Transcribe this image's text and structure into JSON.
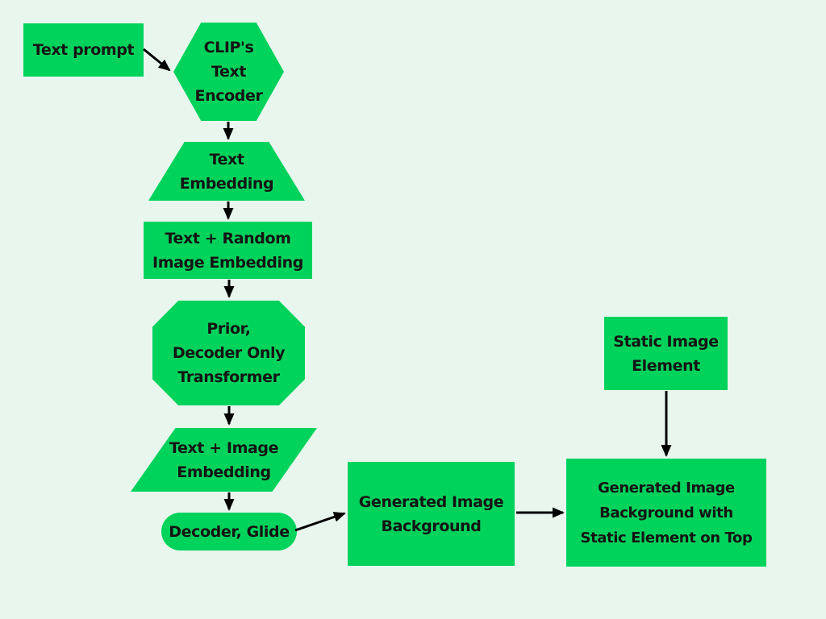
{
  "diagram": {
    "background_color": "#e8f6ee",
    "node_fill_color": "#00d35c",
    "text_color": "#141414",
    "arrow_color": "#000000",
    "nodes": [
      {
        "id": "text-prompt",
        "shape": "rectangle",
        "label": "Text prompt"
      },
      {
        "id": "clip-text-encoder",
        "shape": "hexagon",
        "label": "CLIP's\nText\nEncoder"
      },
      {
        "id": "text-embedding",
        "shape": "trapezoid",
        "label": "Text\nEmbedding"
      },
      {
        "id": "text-random-embedding",
        "shape": "rectangle",
        "label": "Text + Random\nImage Embedding"
      },
      {
        "id": "prior-transformer",
        "shape": "octagon",
        "label": "Prior,\nDecoder Only\nTransformer"
      },
      {
        "id": "text-image-embedding",
        "shape": "parallelogram",
        "label": "Text + Image\nEmbedding"
      },
      {
        "id": "decoder-glide",
        "shape": "pill",
        "label": "Decoder, Glide"
      },
      {
        "id": "generated-background",
        "shape": "rectangle",
        "label": "Generated Image\nBackground"
      },
      {
        "id": "static-image-element",
        "shape": "rectangle",
        "label": "Static Image\nElement"
      },
      {
        "id": "final-composite",
        "shape": "rectangle",
        "label": "Generated Image\nBackground with\nStatic Element on Top"
      }
    ],
    "edges": [
      {
        "from": "text-prompt",
        "to": "clip-text-encoder"
      },
      {
        "from": "clip-text-encoder",
        "to": "text-embedding"
      },
      {
        "from": "text-embedding",
        "to": "text-random-embedding"
      },
      {
        "from": "text-random-embedding",
        "to": "prior-transformer"
      },
      {
        "from": "prior-transformer",
        "to": "text-image-embedding"
      },
      {
        "from": "text-image-embedding",
        "to": "decoder-glide"
      },
      {
        "from": "decoder-glide",
        "to": "generated-background"
      },
      {
        "from": "generated-background",
        "to": "final-composite"
      },
      {
        "from": "static-image-element",
        "to": "final-composite"
      }
    ]
  }
}
